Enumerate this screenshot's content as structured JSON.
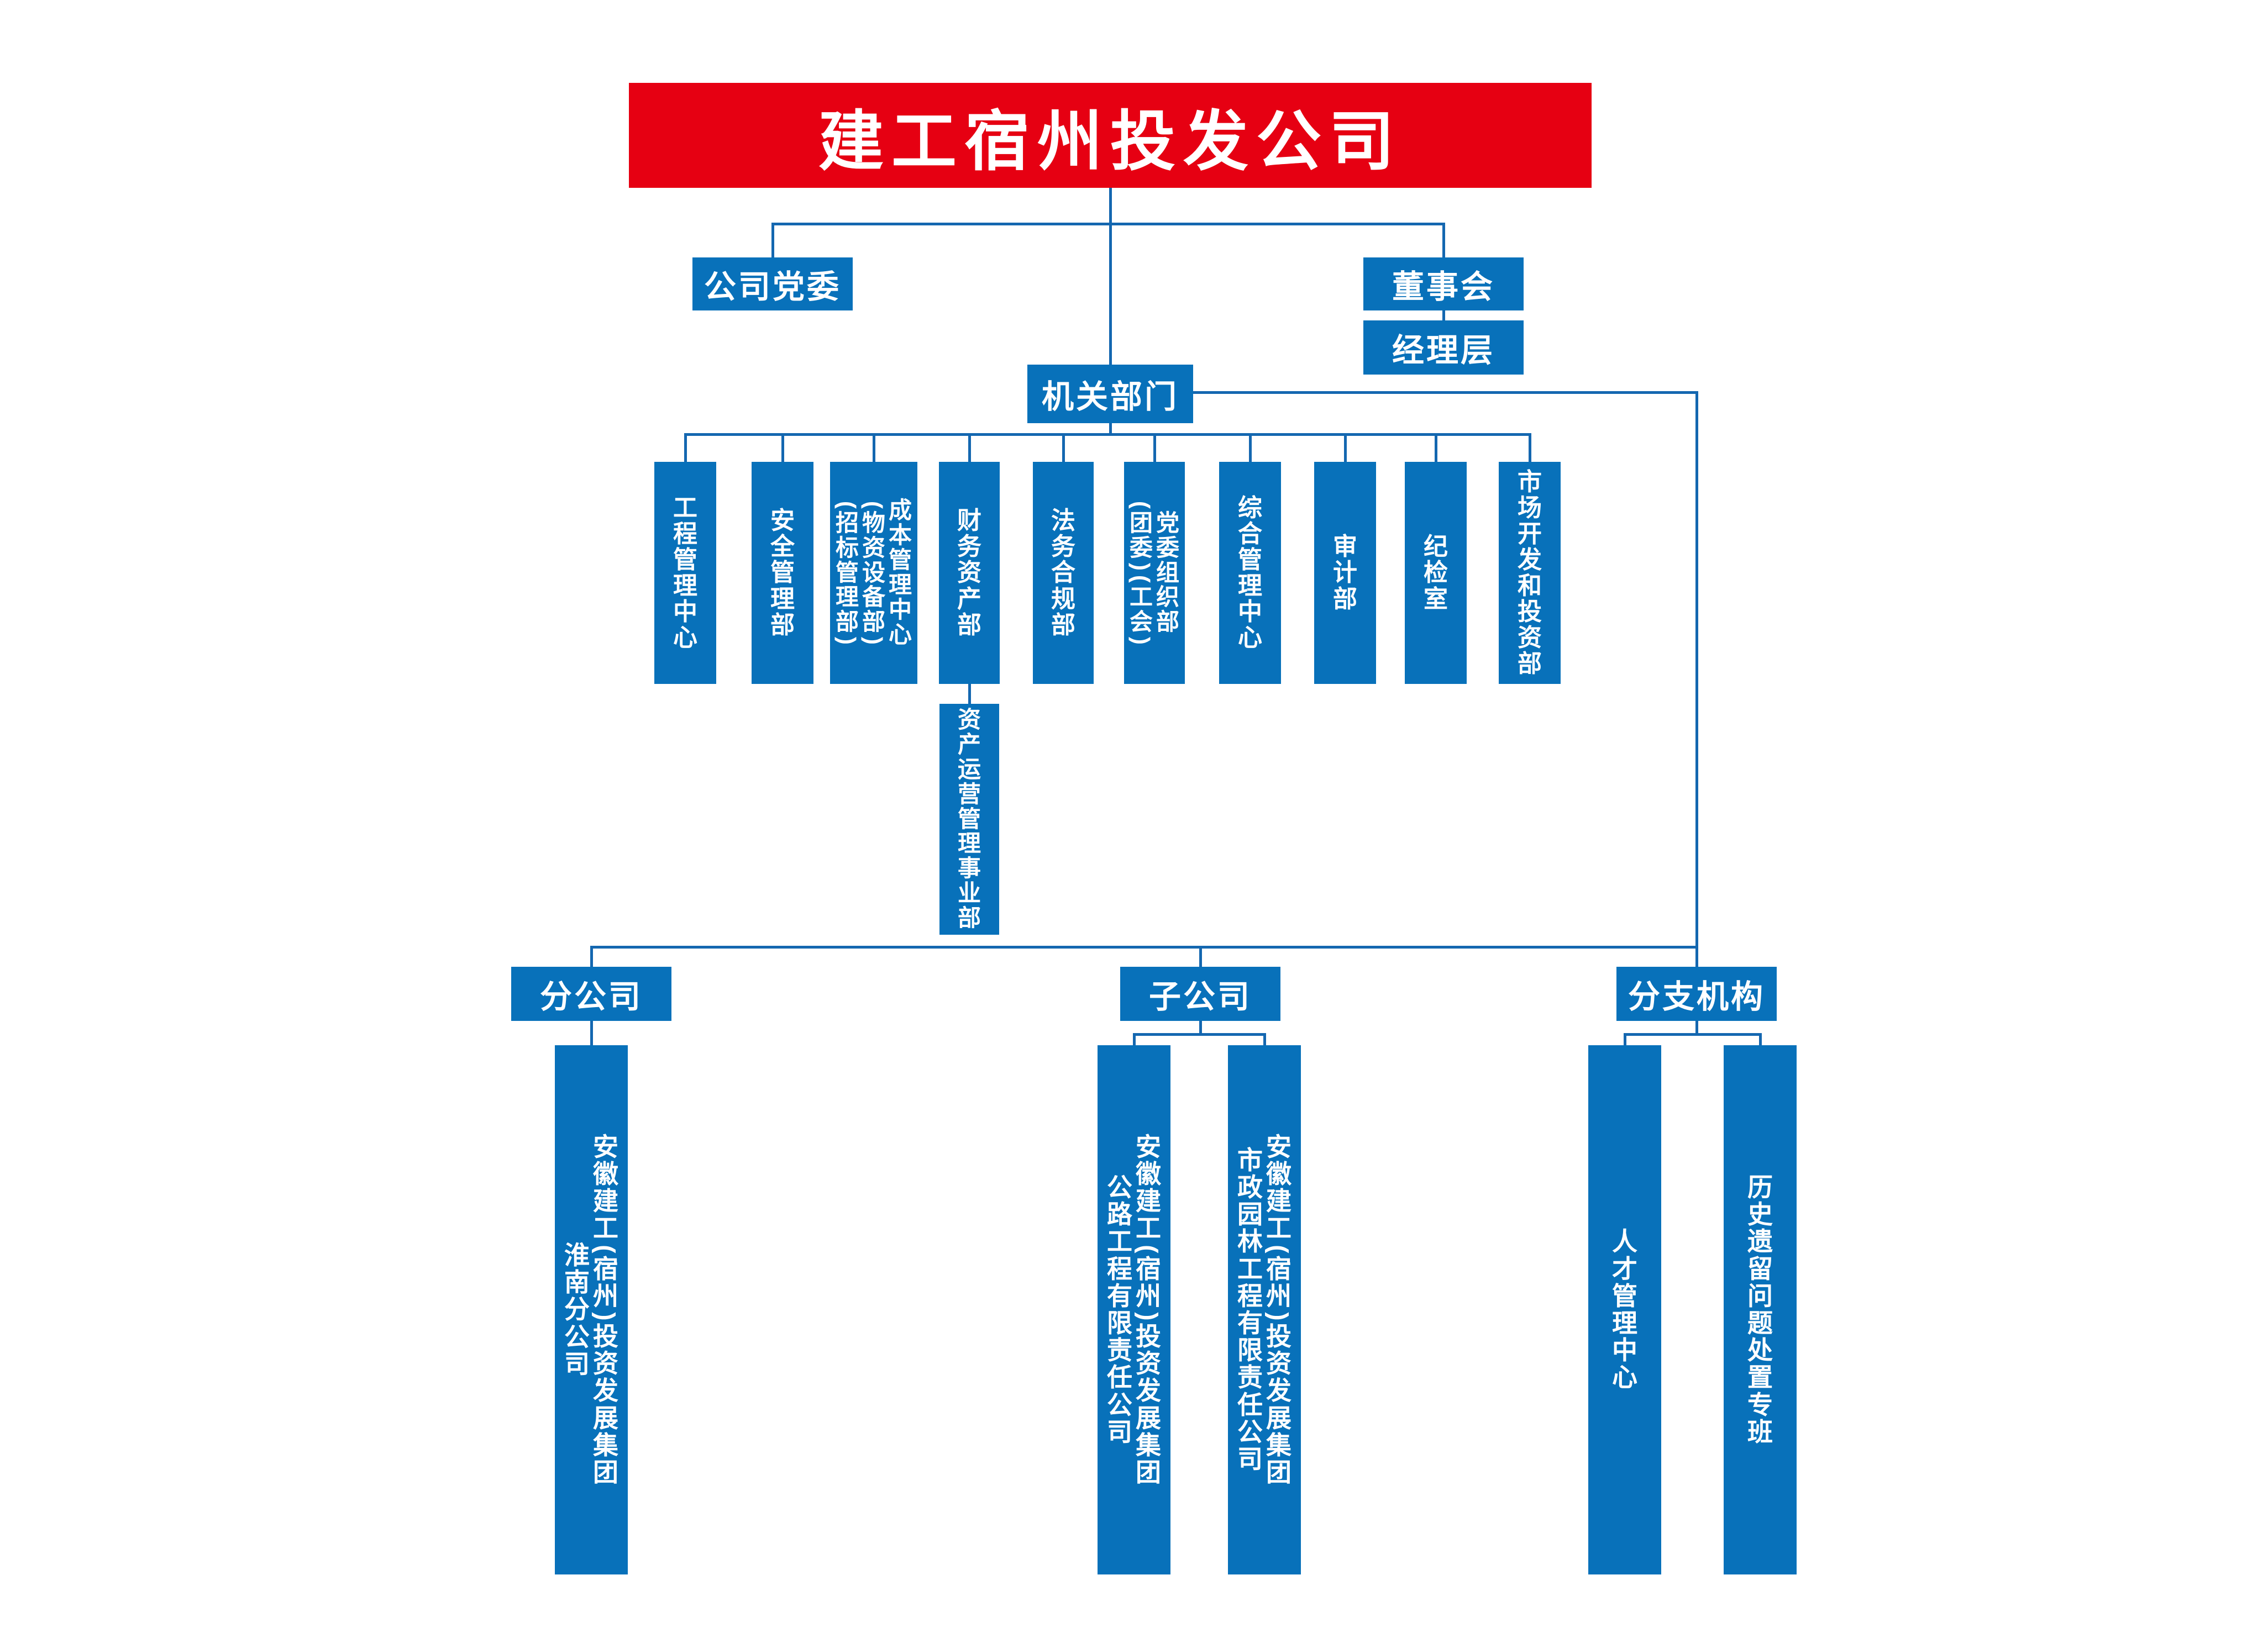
{
  "colors": {
    "brand_red": "#e60012",
    "brand_blue": "#0871ba",
    "line_blue": "#1467b0",
    "text_white": "#ffffff"
  },
  "root": {
    "label": "建工宿州投发公司"
  },
  "level2": {
    "party_committee": {
      "label": "公司党委"
    },
    "board": {
      "label": "董事会"
    },
    "management": {
      "label": "经理层"
    },
    "hq": {
      "label": "机关部门"
    }
  },
  "departments": [
    {
      "label": "工程管理中心",
      "columns": [
        "工程管理中心"
      ]
    },
    {
      "label": "安全管理部",
      "columns": [
        "安全管理部"
      ]
    },
    {
      "label": "成本管理中心(物资设备部)(招标管理部)",
      "columns": [
        "成本管理中心",
        "(物资设备部)",
        "(招标管理部)"
      ]
    },
    {
      "label": "财务资产部",
      "columns": [
        "财务资产部"
      ]
    },
    {
      "label": "法务合规部",
      "columns": [
        "法务合规部"
      ]
    },
    {
      "label": "党委组织部(团委)(工会)",
      "columns": [
        "党委组织部",
        "(团委)(工会)"
      ]
    },
    {
      "label": "综合管理中心",
      "columns": [
        "综合管理中心"
      ]
    },
    {
      "label": "审计部",
      "columns": [
        "审计部"
      ]
    },
    {
      "label": "纪检室",
      "columns": [
        "纪检室"
      ]
    },
    {
      "label": "市场开发和投资部",
      "columns": [
        "市场开发和投资部"
      ]
    }
  ],
  "asset_division": {
    "label": "资产运营管理事业部",
    "columns": [
      "资产运营管理事业部"
    ]
  },
  "tier3": {
    "branch_company": {
      "label": "分公司"
    },
    "subsidiary": {
      "label": "子公司"
    },
    "branch_organ": {
      "label": "分支机构"
    }
  },
  "units": {
    "huainan": {
      "label": "安徽建工(宿州)投资发展集团淮南分公司",
      "columns": [
        "安徽建工(宿州)投资发展集团",
        "淮南分公司"
      ]
    },
    "highway": {
      "label": "安徽建工(宿州)投资发展集团公路工程有限责任公司",
      "columns": [
        "安徽建工(宿州)投资发展集团",
        "公路工程有限责任公司"
      ]
    },
    "municipal_garden": {
      "label": "安徽建工(宿州)投资发展集团市政园林工程有限责任公司",
      "columns": [
        "安徽建工(宿州)投资发展集团",
        "市政园林工程有限责任公司"
      ]
    },
    "talent_center": {
      "label": "人才管理中心",
      "columns": [
        "人才管理中心"
      ]
    },
    "legacy_issues_team": {
      "label": "历史遗留问题处置专班",
      "columns": [
        "历史遗留问题处置专班"
      ]
    }
  }
}
